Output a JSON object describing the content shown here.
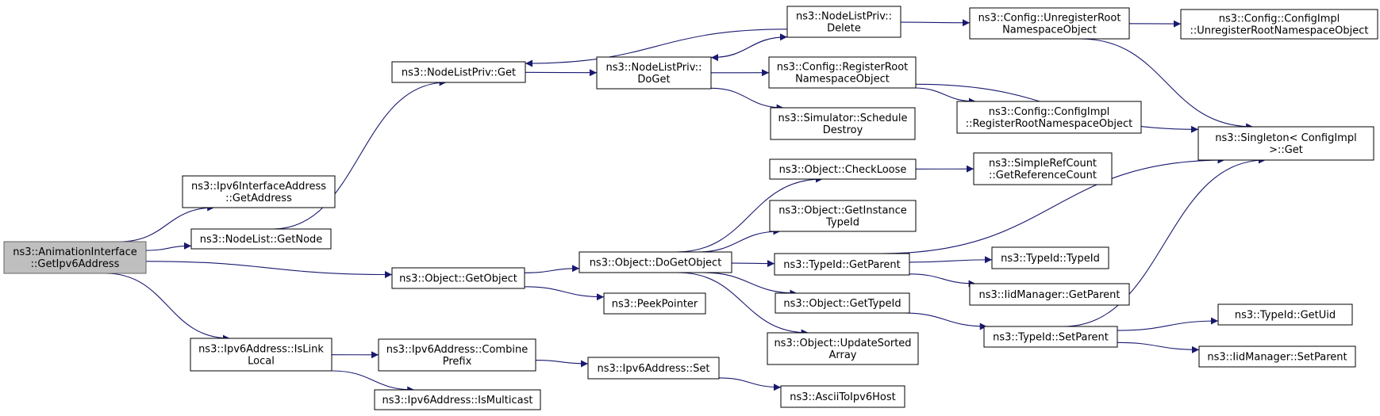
{
  "colors": {
    "edge": "#191970",
    "root_fill": "#bfbfbf",
    "node_border": "#000000"
  },
  "graph": {
    "nodes": [
      {
        "id": "n0",
        "lines": [
          "ns3::AnimationInterface",
          "::GetIpv6Address"
        ],
        "root": true
      },
      {
        "id": "n1",
        "lines": [
          "ns3::Ipv6InterfaceAddress",
          "::GetAddress"
        ]
      },
      {
        "id": "n2",
        "lines": [
          "ns3::NodeList::GetNode"
        ]
      },
      {
        "id": "n3",
        "lines": [
          "ns3::NodeListPriv::Get"
        ]
      },
      {
        "id": "n4",
        "lines": [
          "ns3::NodeListPriv::",
          "DoGet"
        ]
      },
      {
        "id": "n5",
        "lines": [
          "ns3::NodeListPriv::",
          "Delete"
        ]
      },
      {
        "id": "n6",
        "lines": [
          "ns3::Config::UnregisterRoot",
          "NamespaceObject"
        ]
      },
      {
        "id": "n7",
        "lines": [
          "ns3::Config::ConfigImpl",
          "::UnregisterRootNamespaceObject"
        ]
      },
      {
        "id": "n8",
        "lines": [
          "ns3::Config::RegisterRoot",
          "NamespaceObject"
        ]
      },
      {
        "id": "n9",
        "lines": [
          "ns3::Config::ConfigImpl",
          "::RegisterRootNamespaceObject"
        ]
      },
      {
        "id": "n10",
        "lines": [
          "ns3::Simulator::Schedule",
          "Destroy"
        ]
      },
      {
        "id": "n11",
        "lines": [
          "ns3::Singleton< ConfigImpl",
          " >::Get"
        ]
      },
      {
        "id": "n12",
        "lines": [
          "ns3::Object::GetObject"
        ]
      },
      {
        "id": "n13",
        "lines": [
          "ns3::Object::DoGetObject"
        ]
      },
      {
        "id": "n14",
        "lines": [
          "ns3::Object::CheckLoose"
        ]
      },
      {
        "id": "n15",
        "lines": [
          "ns3::SimpleRefCount",
          "::GetReferenceCount"
        ]
      },
      {
        "id": "n16",
        "lines": [
          "ns3::Object::GetInstance",
          "TypeId"
        ]
      },
      {
        "id": "n17",
        "lines": [
          "ns3::TypeId::GetParent"
        ]
      },
      {
        "id": "n18",
        "lines": [
          "ns3::TypeId::TypeId"
        ]
      },
      {
        "id": "n19",
        "lines": [
          "ns3::IidManager::GetParent"
        ]
      },
      {
        "id": "n20",
        "lines": [
          "ns3::Object::GetTypeId"
        ]
      },
      {
        "id": "n21",
        "lines": [
          "ns3::TypeId::SetParent"
        ]
      },
      {
        "id": "n22",
        "lines": [
          "ns3::TypeId::GetUid"
        ]
      },
      {
        "id": "n23",
        "lines": [
          "ns3::IidManager::SetParent"
        ]
      },
      {
        "id": "n24",
        "lines": [
          "ns3::Object::UpdateSorted",
          "Array"
        ]
      },
      {
        "id": "n25",
        "lines": [
          "ns3::PeekPointer"
        ]
      },
      {
        "id": "n26",
        "lines": [
          "ns3::Ipv6Address::IsLink",
          "Local"
        ]
      },
      {
        "id": "n27",
        "lines": [
          "ns3::Ipv6Address::Combine",
          "Prefix"
        ]
      },
      {
        "id": "n28",
        "lines": [
          "ns3::Ipv6Address::Set"
        ]
      },
      {
        "id": "n29",
        "lines": [
          "ns3::AsciiToIpv6Host"
        ]
      },
      {
        "id": "n30",
        "lines": [
          "ns3::Ipv6Address::IsMulticast"
        ]
      }
    ],
    "edges": [
      {
        "from": "n0",
        "to": "n1"
      },
      {
        "from": "n0",
        "to": "n2"
      },
      {
        "from": "n0",
        "to": "n12"
      },
      {
        "from": "n0",
        "to": "n26"
      },
      {
        "from": "n2",
        "to": "n3"
      },
      {
        "from": "n3",
        "to": "n4"
      },
      {
        "from": "n4",
        "to": "n5"
      },
      {
        "from": "n4",
        "to": "n8"
      },
      {
        "from": "n4",
        "to": "n10"
      },
      {
        "from": "n5",
        "to": "n3"
      },
      {
        "from": "n5",
        "to": "n4"
      },
      {
        "from": "n5",
        "to": "n6"
      },
      {
        "from": "n6",
        "to": "n7"
      },
      {
        "from": "n6",
        "to": "n11"
      },
      {
        "from": "n8",
        "to": "n9"
      },
      {
        "from": "n8",
        "to": "n11"
      },
      {
        "from": "n12",
        "to": "n13"
      },
      {
        "from": "n12",
        "to": "n25"
      },
      {
        "from": "n13",
        "to": "n14"
      },
      {
        "from": "n13",
        "to": "n16"
      },
      {
        "from": "n13",
        "to": "n17"
      },
      {
        "from": "n13",
        "to": "n20"
      },
      {
        "from": "n13",
        "to": "n24"
      },
      {
        "from": "n14",
        "to": "n15"
      },
      {
        "from": "n17",
        "to": "n11"
      },
      {
        "from": "n17",
        "to": "n18"
      },
      {
        "from": "n17",
        "to": "n19"
      },
      {
        "from": "n20",
        "to": "n21"
      },
      {
        "from": "n21",
        "to": "n11"
      },
      {
        "from": "n21",
        "to": "n22"
      },
      {
        "from": "n21",
        "to": "n23"
      },
      {
        "from": "n26",
        "to": "n27"
      },
      {
        "from": "n26",
        "to": "n30"
      },
      {
        "from": "n27",
        "to": "n28"
      },
      {
        "from": "n28",
        "to": "n29"
      }
    ]
  }
}
